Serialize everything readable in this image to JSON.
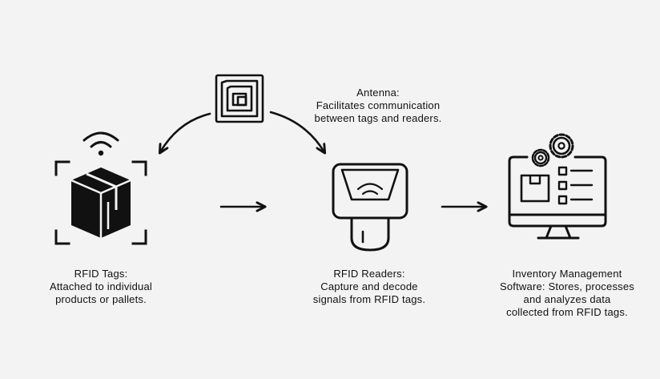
{
  "nodes": {
    "antenna": {
      "icon": "rfid-chip-icon",
      "lines": [
        "Antenna:",
        "Facilitates communication",
        "between tags and readers."
      ]
    },
    "tags": {
      "icon": "tagged-box-icon",
      "lines": [
        "RFID Tags:",
        "Attached to individual",
        "products or pallets."
      ]
    },
    "readers": {
      "icon": "rfid-scanner-icon",
      "lines": [
        "RFID Readers:",
        "Capture and decode",
        "signals from RFID tags."
      ]
    },
    "inventory": {
      "icon": "monitor-gears-icon",
      "lines": [
        "Inventory Management",
        "Software: Stores, processes",
        "and analyzes data",
        "collected from RFID tags."
      ]
    }
  },
  "colors": {
    "background": "#f3f3f3",
    "ink": "#111111"
  }
}
